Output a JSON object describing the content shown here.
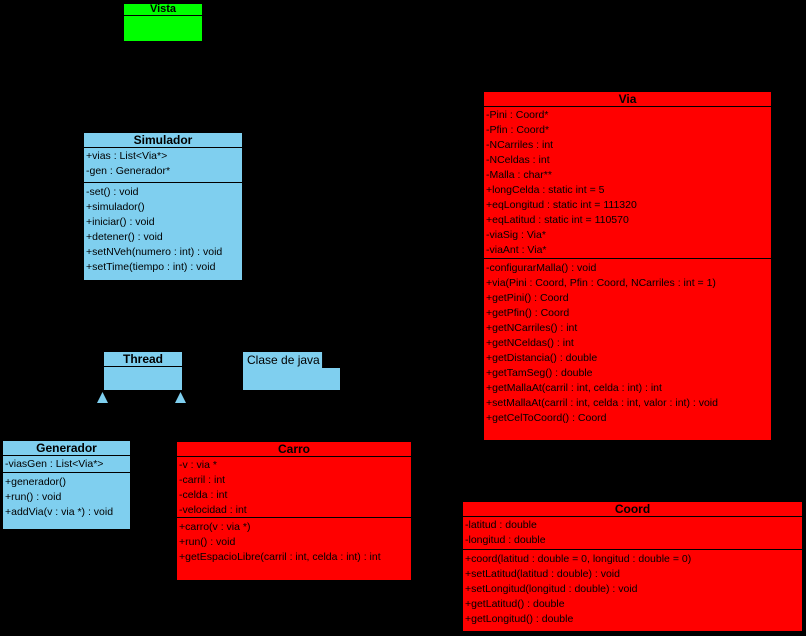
{
  "diagram": {
    "title": "UML class diagram - traffic simulator",
    "background_color": "#000000",
    "colors": {
      "java_class_fill": "#7FCFEF",
      "view_class_fill": "#00FF00",
      "cpp_class_fill": "#FF0000",
      "border": "#000000",
      "text": "#000000"
    }
  },
  "classes": {
    "vista": {
      "name": "Vista",
      "attributes": [],
      "methods": []
    },
    "simulador": {
      "name": "Simulador",
      "attributes": [
        "+vias : List<Via*>",
        "-gen : Generador*"
      ],
      "methods": [
        "-set() : void",
        "+simulador()",
        "+iniciar() : void",
        "+detener() : void",
        "+setNVeh(numero : int) : void",
        "+setTime(tiempo : int) : void"
      ]
    },
    "via": {
      "name": "Via",
      "attributes": [
        "-Pini : Coord*",
        "-Pfin : Coord*",
        "-NCarriles : int",
        "-NCeldas : int",
        "-Malla : char**",
        "+longCelda : static int = 5",
        "+eqLongitud : static int = 111320",
        "+eqLatitud : static int = 110570",
        "-viaSig : Via*",
        "-viaAnt : Via*"
      ],
      "methods": [
        "-configurarMalla() : void",
        "+via(Pini : Coord, Pfin : Coord, NCarriles : int = 1)",
        "+getPini() : Coord",
        "+getPfin() : Coord",
        "+getNCarriles() : int",
        "+getNCeldas() : int",
        "+getDistancia() : double",
        "+getTamSeg() : double",
        "+getMallaAt(carril : int, celda : int) : int",
        "+setMallaAt(carril : int, celda : int, valor : int) : void",
        "+getCelToCoord() : Coord"
      ]
    },
    "thread": {
      "name": "Thread",
      "attributes": [],
      "methods": []
    },
    "generador": {
      "name": "Generador",
      "attributes": [
        "-viasGen : List<Via*>"
      ],
      "methods": [
        "+generador()",
        "+run() : void",
        "+addVia(v : via *) : void"
      ]
    },
    "carro": {
      "name": "Carro",
      "attributes": [
        "-v : via *",
        "-carril : int",
        "-celda : int",
        "-velocidad : int"
      ],
      "methods": [
        "+carro(v : via *)",
        "+run() : void",
        "+getEspacioLibre(carril : int, celda : int) : int"
      ]
    },
    "coord": {
      "name": "Coord",
      "attributes": [
        "-latitud : double",
        "-longitud : double"
      ],
      "methods": [
        "+coord(latitud : double = 0, longitud : double = 0)",
        "+setLatitud(latitud : double) : void",
        "+setLongitud(longitud : double) : void",
        "+getLatitud() : double",
        "+getLongitud() : double"
      ]
    }
  },
  "annotations": {
    "note_label": "Clase de java"
  },
  "relationships": {
    "inheritance_arrowheads_under_thread": 2
  }
}
